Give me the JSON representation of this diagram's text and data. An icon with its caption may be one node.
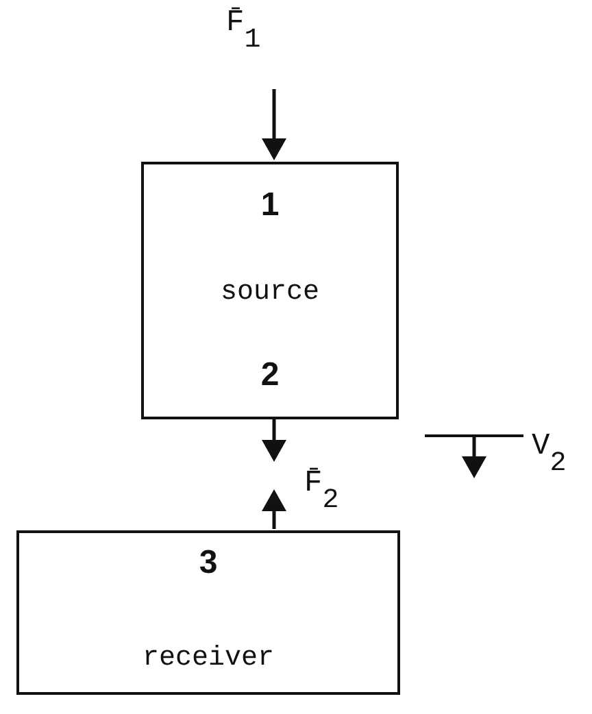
{
  "diagram": {
    "nodes": [
      {
        "text": [
          "1",
          "source",
          "2"
        ]
      },
      {
        "text": [
          "3",
          "receiver"
        ]
      }
    ],
    "labels": [
      "F̄$_{1}$",
      "F̄$_{2}$",
      "V$_{2}$"
    ]
  }
}
